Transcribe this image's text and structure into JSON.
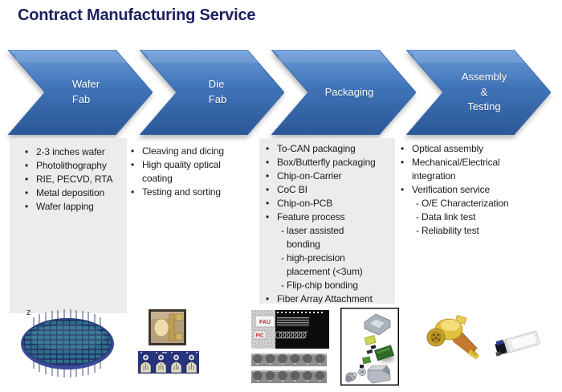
{
  "title": "Contract Manufacturing Service",
  "colors": {
    "title_navy": "#1d2060",
    "chevron_blue_top": "#6496d6",
    "chevron_blue_bottom": "#2b5999",
    "panel_gray": "#ececec"
  },
  "stages": [
    {
      "label": "Wafer\nFab",
      "items": [
        {
          "style": "bullet",
          "text": "2-3 inches wafer"
        },
        {
          "style": "bullet",
          "text": "Photolithography"
        },
        {
          "style": "bullet",
          "text": "RIE, PECVD, RTA"
        },
        {
          "style": "bullet",
          "text": "Metal deposition"
        },
        {
          "style": "bullet",
          "text": "Wafer lapping"
        }
      ]
    },
    {
      "label": "Die\nFab",
      "items": [
        {
          "style": "bullet",
          "text": "Cleaving and dicing"
        },
        {
          "style": "bullet",
          "text": "High quality optical\ncoating"
        },
        {
          "style": "bullet",
          "text": "Testing and sorting"
        }
      ]
    },
    {
      "label": "Packaging",
      "items": [
        {
          "style": "bullet",
          "text": "To-CAN packaging"
        },
        {
          "style": "bullet",
          "text": "Box/Butterfly packaging"
        },
        {
          "style": "bullet",
          "text": "Chip-on-Carrier"
        },
        {
          "style": "bullet",
          "text": "CoC BI"
        },
        {
          "style": "bullet",
          "text": "Chip-on-PCB"
        },
        {
          "style": "bullet",
          "text": "Feature process"
        },
        {
          "style": "dash",
          "text": "- laser assisted\nbonding"
        },
        {
          "style": "dash",
          "text": "- high-precision\nplacement (<3um)"
        },
        {
          "style": "dash",
          "text": "- Flip-chip bonding"
        },
        {
          "style": "bullet",
          "text": "Fiber Array Attachment"
        }
      ]
    },
    {
      "label": "Assembly\n&\nTesting",
      "items": [
        {
          "style": "bullet",
          "text": "Optical assembly"
        },
        {
          "style": "bullet",
          "text": "Mechanical/Electrical\nintegration"
        },
        {
          "style": "bullet",
          "text": "Verification service"
        },
        {
          "style": "dash",
          "text": "- O/E Characterization"
        },
        {
          "style": "dash",
          "text": "- Data link test"
        },
        {
          "style": "dash",
          "text": "- Reliability test"
        }
      ]
    }
  ],
  "figures": {
    "wafer_axis_label": "z",
    "fau_label": "FAU",
    "pic_label": "PIC"
  }
}
